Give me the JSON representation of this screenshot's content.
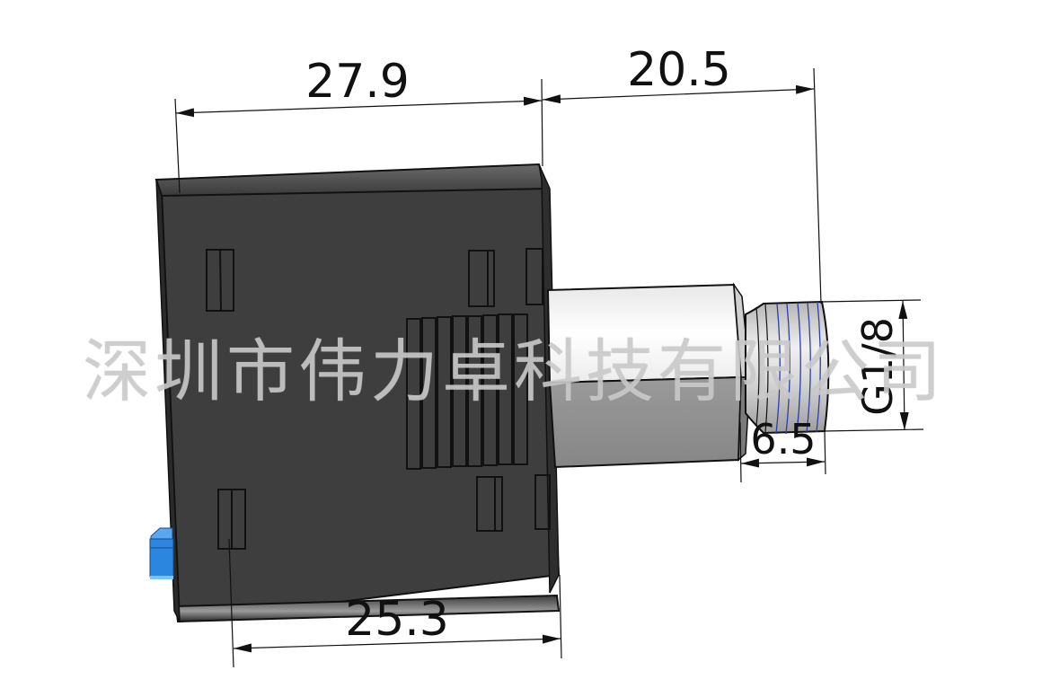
{
  "diagram": {
    "subject": "pressure sensor side view with dimensions",
    "colors": {
      "body": "#3d3d3d",
      "body_edge": "#111111",
      "hex_top": "#f2f2f2",
      "hex_bottom": "#8f8f8f",
      "thread": "#c8c8c8",
      "thread_lines": "#2a3fae",
      "connector": "#2b86e0"
    },
    "dimensions": {
      "body_length": "27.9",
      "fitting_length": "20.5",
      "base_length": "25.3",
      "thread_length": "6.5",
      "thread_spec": "G1/8"
    }
  },
  "watermark": {
    "text": "深圳市伟力卓科技有限公司"
  }
}
